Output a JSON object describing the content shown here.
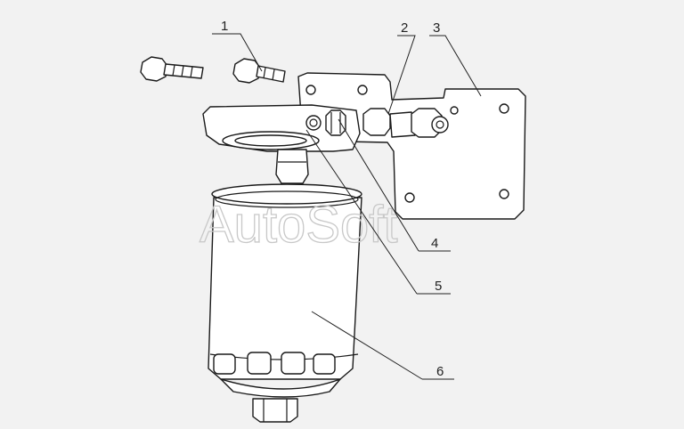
{
  "diagram": {
    "watermark": "AutoSoft",
    "callouts": [
      "1",
      "2",
      "3",
      "4",
      "5",
      "6"
    ]
  }
}
